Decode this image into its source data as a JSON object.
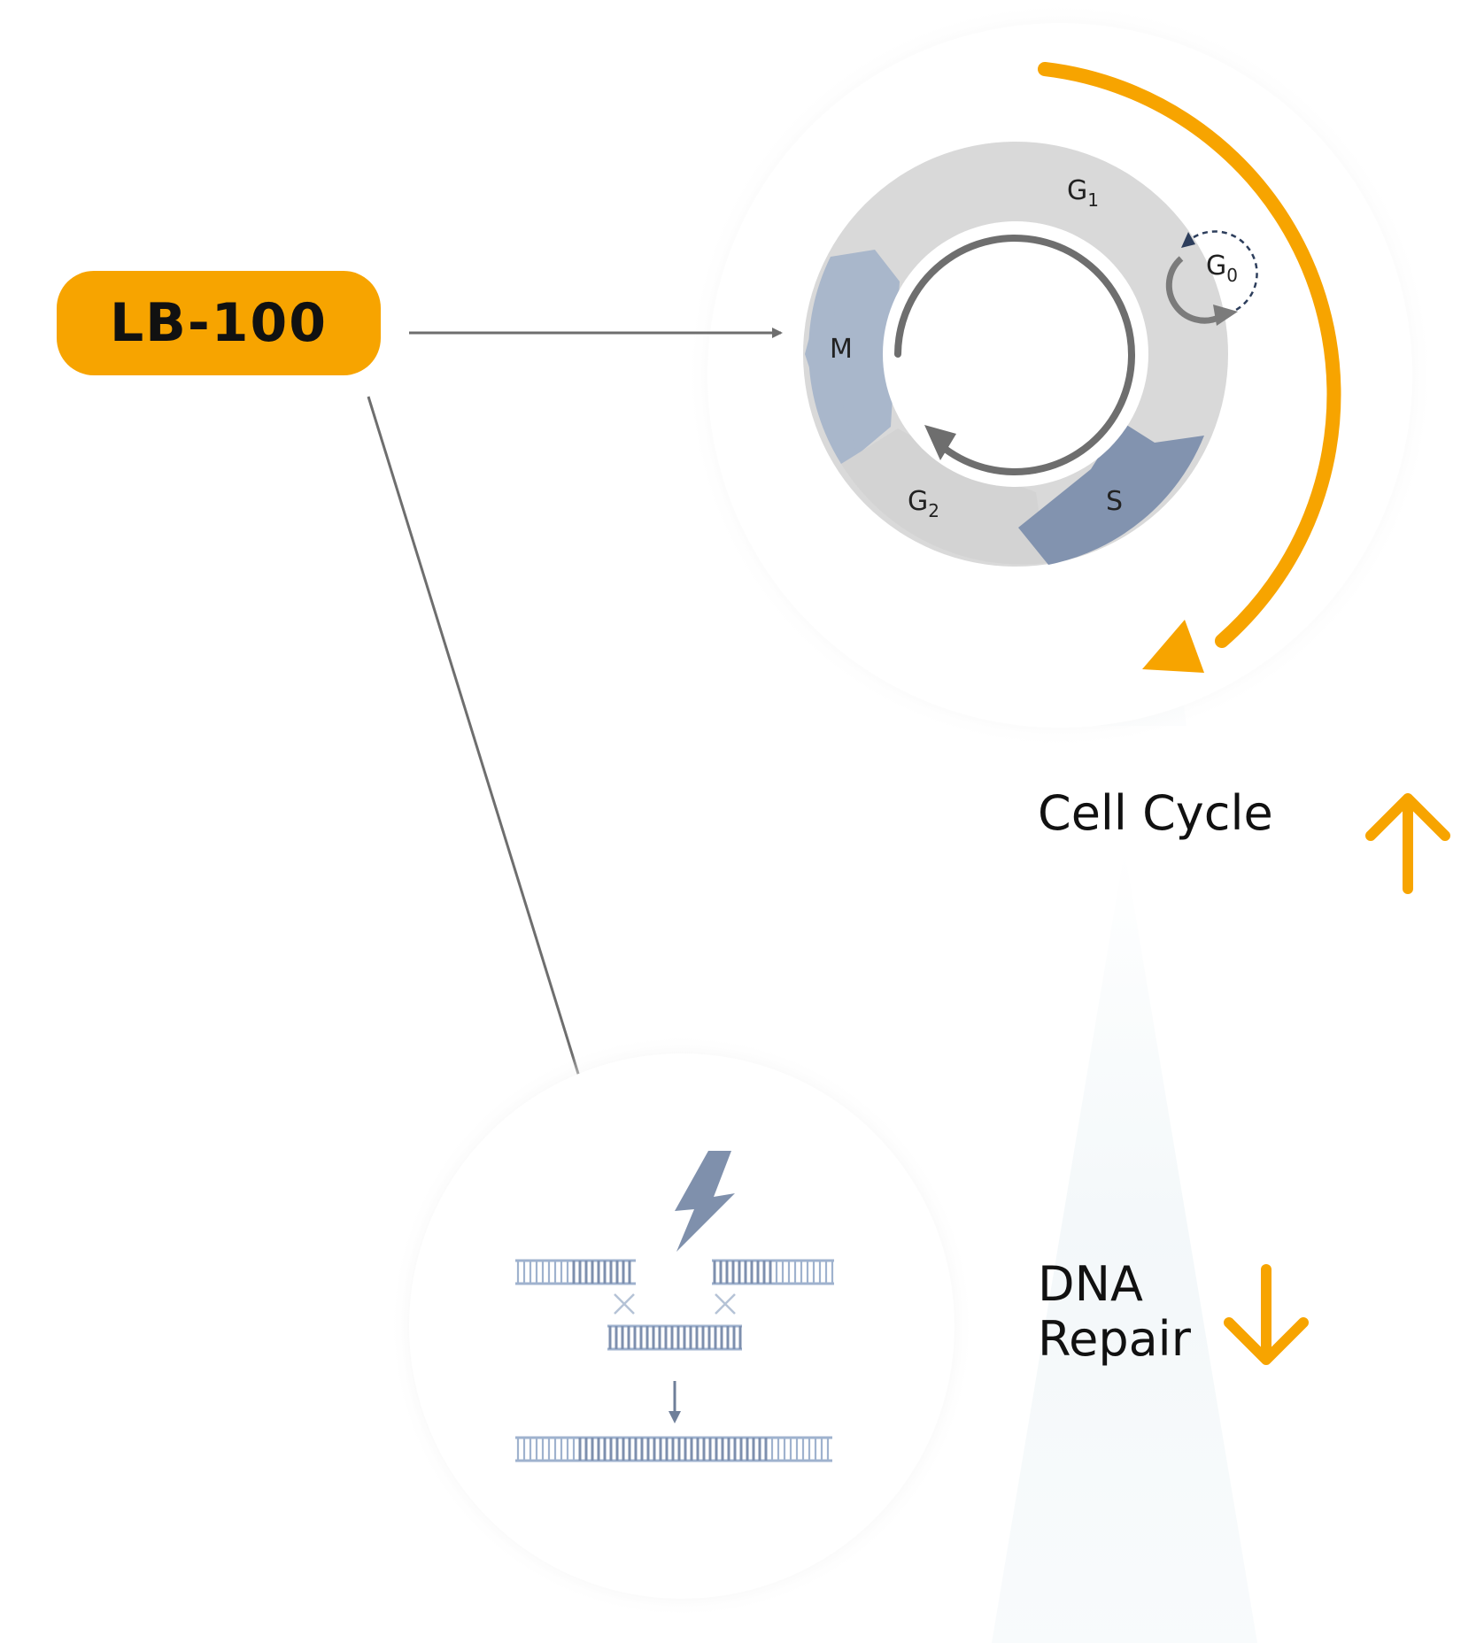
{
  "drug": {
    "name": "LB-100"
  },
  "cell_cycle": {
    "label": "Cell Cycle",
    "trend": "up",
    "phases": [
      {
        "key": "G1",
        "letter": "G",
        "sub": "1"
      },
      {
        "key": "G0",
        "letter": "G",
        "sub": "0"
      },
      {
        "key": "M",
        "letter": "M",
        "sub": ""
      },
      {
        "key": "G2",
        "letter": "G",
        "sub": "2"
      },
      {
        "key": "S",
        "letter": "S",
        "sub": ""
      }
    ]
  },
  "dna_repair": {
    "label_line1": "DNA",
    "label_line2": "Repair",
    "trend": "down",
    "icons": [
      "lightning-bolt-icon",
      "dna-double-strand-icon"
    ]
  },
  "colors": {
    "accent_orange": "#F7A400",
    "phase_light_gray": "#D9D9D9",
    "phase_blue_light": "#A9B7CB",
    "phase_blue_dark": "#8293AF",
    "connector_gray": "#6E6E6E",
    "dna_blue": "#9FB2CE"
  }
}
